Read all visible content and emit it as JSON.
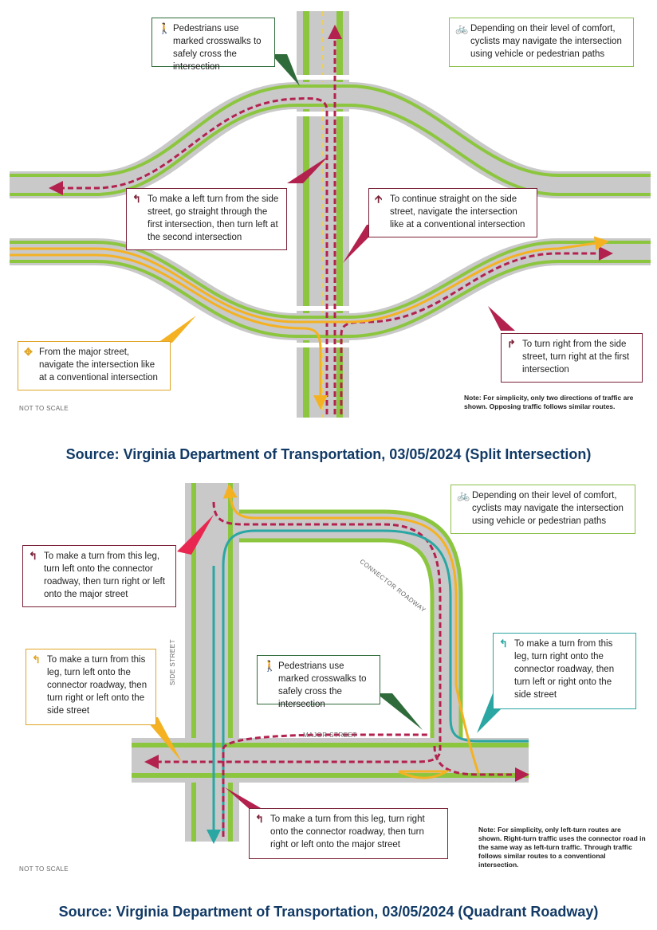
{
  "split": {
    "callouts": {
      "pedestrians": "Pedestrians use marked crosswalks to safely cross the intersection",
      "cyclists": "Depending on their level of comfort, cyclists may navigate the intersection using vehicle or pedestrian paths",
      "left_turn": "To make a left turn from the side street, go straight through the first intersection, then turn left at the second intersection",
      "straight": "To continue straight on the side street, navigate the intersection like at a conventional intersection",
      "major": "From the major street, navigate the intersection like at a conventional intersection",
      "right_turn": "To turn right from the side street, turn right at the first intersection"
    },
    "note": "Note: For simplicity, only two directions of traffic are shown. Opposing traffic follows similar routes.",
    "not_to_scale": "NOT TO SCALE",
    "source": "Source: Virginia Department of Transportation, 03/05/2024 (Split Intersection)"
  },
  "quadrant": {
    "callouts": {
      "cyclists": "Depending on their level of comfort, cyclists may navigate the intersection using vehicle or pedestrian paths",
      "leg_top": "To make a turn from this leg, turn left onto the connector roadway, then turn right or left onto the major street",
      "leg_left": "To make a turn from this leg, turn left onto the connector roadway, then turn right or left onto the side street",
      "pedestrians": "Pedestrians use marked crosswalks to safely cross the intersection",
      "leg_right": "To make a turn from this leg, turn right onto the connector roadway, then turn left or right onto the side street",
      "leg_bottom": "To make a turn from this leg, turn right onto the connector roadway, then turn right or left onto the major street"
    },
    "labels": {
      "side_street": "SIDE STREET",
      "major_street": "MAJOR STREET",
      "connector": "CONNECTOR ROADWAY"
    },
    "note": "Note: For simplicity, only left-turn routes are shown. Right-turn traffic uses the connector road in the same way as left-turn traffic. Through traffic follows similar routes to a conventional intersection.",
    "not_to_scale": "NOT TO SCALE",
    "source": "Source: Virginia Department of Transportation, 03/05/2024 (Quadrant Roadway)"
  },
  "icons": {
    "pedestrian": "pedestrian-icon",
    "bicycle": "bicycle-icon",
    "left_arrow": "left-turn-arrow-icon",
    "straight_arrow": "straight-arrow-icon",
    "right_arrow": "right-turn-arrow-icon",
    "all_direction": "four-way-arrow-icon"
  },
  "colors": {
    "road": "#bfbfbf",
    "bike_lane": "#8cc63f",
    "route_maroon": "#b3224f",
    "route_gold": "#f4b223",
    "route_teal": "#2aa6a3",
    "source_text": "#123a66"
  }
}
